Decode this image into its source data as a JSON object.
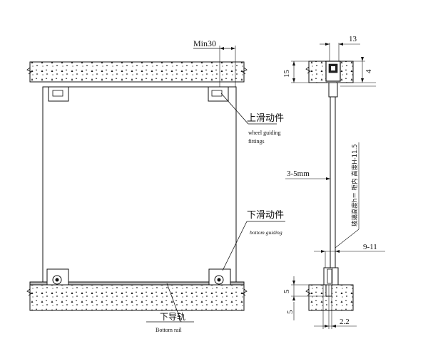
{
  "front_view": {
    "dim_min30": "Min30",
    "top_fitting_cn": "上滑动件",
    "top_fitting_en_line1": "wheel guiding",
    "top_fitting_en_line2": "fittings",
    "bottom_fitting_cn": "下滑动件",
    "bottom_fitting_en": "bottom guiding",
    "rail_cn": "下导轨",
    "rail_en": "Bottom rail"
  },
  "side_view": {
    "dim_13": "13",
    "dim_15": "15",
    "dim_4": "4",
    "dim_3_5mm": "3-5mm",
    "vertical_note": "玻璃高度h＝ 柜内 高度H-11.5",
    "dim_9_11": "9-11",
    "dim_5_left": "5",
    "dim_5_bottom": "5",
    "dim_2_2": "2.2"
  }
}
